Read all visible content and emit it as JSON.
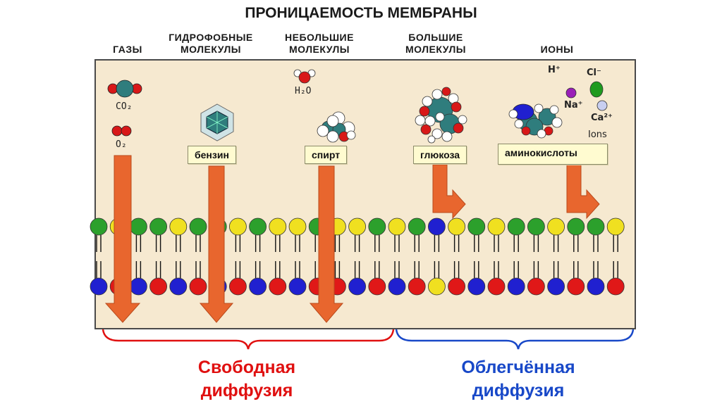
{
  "title": "ПРОНИЦАЕМОСТЬ МЕМБРАНЫ",
  "categories": {
    "gases": "ГАЗЫ",
    "hydrophobic": "ГИДРОФОБНЫЕ\nМОЛЕКУЛЫ",
    "small": "НЕБОЛЬШИЕ\nМОЛЕКУЛЫ",
    "large": "БОЛЬШИЕ\nМОЛЕКУЛЫ",
    "ions": "ИОНЫ"
  },
  "formulas": {
    "co2": "CO₂",
    "o2": "O₂",
    "h2o": "H₂O"
  },
  "ions": {
    "h": "H⁺",
    "cl": "Cl⁻",
    "na": "Na⁺",
    "ca": "Ca²⁺",
    "ions_label": "Ions"
  },
  "labels": {
    "benzene": "бензин",
    "alcohol": "спирт",
    "glucose": "глюкоза",
    "amino": "аминокислоты"
  },
  "legend": {
    "free": "Свободная\nдиффузия",
    "facilitated": "Облегчённая\nдиффузия"
  },
  "colors": {
    "free": "#e01010",
    "facilitated": "#1848c8",
    "arrow": "#e8662e",
    "panel": "#f6e9d0"
  }
}
